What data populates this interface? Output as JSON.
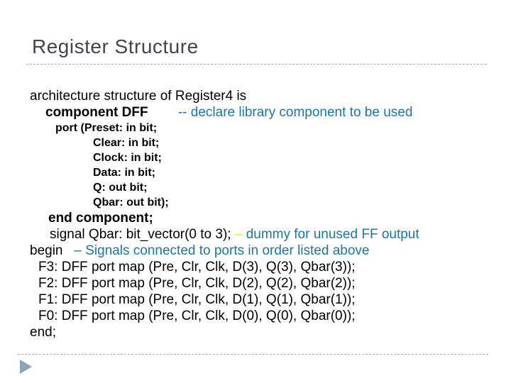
{
  "slide": {
    "title": "Register Structure"
  },
  "colors": {
    "title": "#45444C",
    "body": "#000000",
    "comment": "#1878A8",
    "dash_yellow": "#E4E437",
    "divider": "#ABABAB",
    "triangle": "#8CA3C0"
  },
  "code": {
    "lines": [
      {
        "indent": 0,
        "size": "n",
        "segments": [
          {
            "text": "architecture structure of Register4 is",
            "style": "plain"
          }
        ]
      },
      {
        "indent": 22,
        "size": "n",
        "segments": [
          {
            "text": "component DFF",
            "style": "bold"
          },
          {
            "text": "        ",
            "style": "plain"
          },
          {
            "text": "-- declare library component to be used",
            "style": "comment"
          }
        ]
      },
      {
        "indent": 36,
        "size": "s",
        "segments": [
          {
            "text": "port (Preset: in bit;",
            "style": "bold"
          }
        ]
      },
      {
        "indent": 89,
        "size": "s",
        "segments": [
          {
            "text": "Clear: in bit;",
            "style": "bold"
          }
        ]
      },
      {
        "indent": 89,
        "size": "s",
        "segments": [
          {
            "text": "Clock: in bit;",
            "style": "bold"
          }
        ]
      },
      {
        "indent": 89,
        "size": "s",
        "segments": [
          {
            "text": "Data: in bit;",
            "style": "bold"
          }
        ]
      },
      {
        "indent": 89,
        "size": "s",
        "segments": [
          {
            "text": "Q: out bit;",
            "style": "bold"
          }
        ]
      },
      {
        "indent": 89,
        "size": "s",
        "segments": [
          {
            "text": "Qbar: out bit);",
            "style": "bold"
          }
        ]
      },
      {
        "indent": 26,
        "size": "n",
        "segments": [
          {
            "text": "end component;",
            "style": "bold"
          }
        ]
      },
      {
        "indent": 28,
        "size": "n",
        "segments": [
          {
            "text": "signal Qbar: bit_vector(0 to 3); ",
            "style": "plain"
          },
          {
            "text": "–",
            "style": "dashyellow"
          },
          {
            "text": " dummy for unused FF output",
            "style": "comment"
          }
        ]
      },
      {
        "indent": 0,
        "size": "n",
        "segments": [
          {
            "text": "begin",
            "style": "plain"
          },
          {
            "text": "   ",
            "style": "plain"
          },
          {
            "text": "– Signals connected to ports in order listed above",
            "style": "comment"
          }
        ]
      },
      {
        "indent": 12,
        "size": "n",
        "segments": [
          {
            "text": "F3: DFF port map (Pre, Clr, Clk, D(3), Q(3), Qbar(3));",
            "style": "plain"
          }
        ]
      },
      {
        "indent": 12,
        "size": "n",
        "segments": [
          {
            "text": "F2: DFF port map (Pre, Clr, Clk, D(2), Q(2), Qbar(2));",
            "style": "plain"
          }
        ]
      },
      {
        "indent": 12,
        "size": "n",
        "segments": [
          {
            "text": "F1: DFF port map (Pre, Clr, Clk, D(1), Q(1), Qbar(1));",
            "style": "plain"
          }
        ]
      },
      {
        "indent": 12,
        "size": "n",
        "segments": [
          {
            "text": "F0: DFF port map (Pre, Clr, Clk, D(0), Q(0), Qbar(0));",
            "style": "plain"
          }
        ]
      },
      {
        "indent": 0,
        "size": "n",
        "segments": [
          {
            "text": "end;",
            "style": "plain"
          }
        ]
      }
    ]
  }
}
